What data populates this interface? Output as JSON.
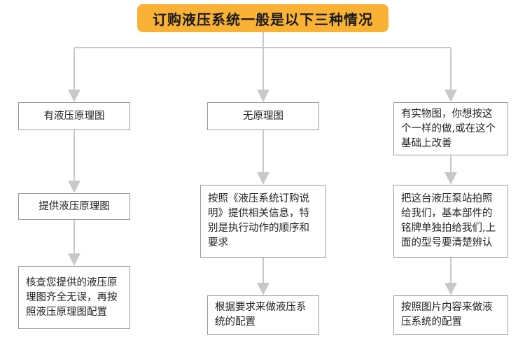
{
  "title": "订购液压系统一般是以下三种情况",
  "columns": [
    {
      "header": "有液压原理图",
      "step2": "提供液压原理图",
      "step3": "核查您提供的液压原理图齐全无误，再按照液压原理图配置"
    },
    {
      "header": "无原理图",
      "step2": "按照《液压系统订购说明》提供相关信息，特别是执行动作的顺序和要求",
      "step3": "根据要求来做液压系统的配置"
    },
    {
      "header": "有实物图，你想按这个一样的做,或在这个基础上改善",
      "step2": "把这台液压泵站拍照给我们，基本部件的铭牌单独拍给我们,上面的型号要清楚辨认",
      "step3": "按照图片内容来做液压系统的配置"
    }
  ],
  "colors": {
    "title_bg": "#f9b233",
    "border": "#9a9a9a",
    "line": "#c8c8c8"
  }
}
